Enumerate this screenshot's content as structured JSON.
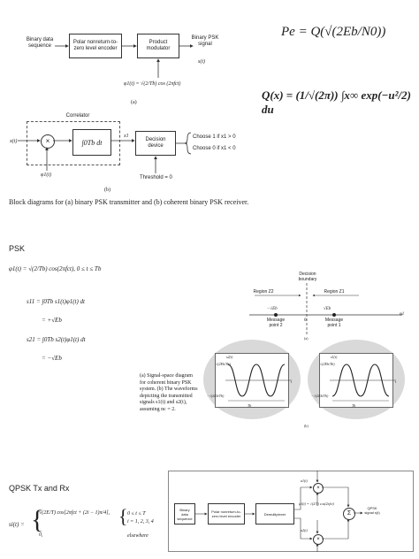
{
  "fig_a": {
    "input_label": "Binary data sequence",
    "encoder": "Polar nonreturn-to-zero level encoder",
    "modulator": "Product modulator",
    "output_label": "Binary PSK signal",
    "output_sym": "s(t)",
    "carrier": "φ1(t) = √(2/Tb) cos (2πfct)",
    "tag": "(a)"
  },
  "fig_b": {
    "correlator": "Correlator",
    "input_sym": "x(t)",
    "integrator": "∫0Tb dt",
    "x1": "x1",
    "decision": "Decision device",
    "choose1": "Choose 1 if x1 > 0",
    "choose0": "Choose 0 if x1 < 0",
    "carrier": "φ1(t)",
    "threshold": "Threshold = 0",
    "tag": "(b)"
  },
  "pe_formula": "Pe = Q(√(2Eb/N0))",
  "q_formula": "Q(x) = (1/√(2π)) ∫x∞ exp(−u²/2) du",
  "caption": "Block diagrams for (a) binary PSK transmitter and (b) coherent binary PSK receiver.",
  "psk": {
    "heading": "PSK",
    "phi_eq": "φ1(t) = √(2/Tb) cos(2πfct),      0 ≤ t ≤ Tb",
    "s11_a": "s11 = ∫0Tb s1(t)φ1(t) dt",
    "s11_b": "= +√Eb",
    "s21_a": "s21 = ∫0Tb s2(t)φ1(t) dt",
    "s21_b": "= −√Eb",
    "space": {
      "boundary": "Decision boundary",
      "region2": "Region Z2",
      "region1": "Region Z1",
      "neg": "−√Eb",
      "pos": "√Eb",
      "zero": "0",
      "axis": "φ1",
      "msg2": "Message point 2",
      "msg1": "Message point 1",
      "tag_a": "(a)",
      "tag_b": "(b)",
      "wave_left_top": "s2(t)",
      "wave_left_amp": "√(2Eb/Tb)",
      "wave_left_neg": "−√(2Eb/Tb)",
      "wave_right_top": "s1(t)",
      "wave_right_amp": "√(2Eb/Tb)",
      "wave_right_neg": "−√(2Eb/Tb)",
      "tb": "Tb",
      "t": "t"
    },
    "fig_caption": "(a) Signal-space diagram for coherent binary PSK system. (b) The waveforms depicting the transmitted signals s1(t) and s2(t), assuming nc = 2."
  },
  "qpsk": {
    "heading": "QPSK Tx and Rx",
    "eq_lhs": "si(t) =",
    "eq_case1": "√(2E/T) cos[2πfct + (2i − 1)π/4],",
    "eq_case2": "0,",
    "cond1": "0 ≤ t ≤ T",
    "cond1b": "i = 1, 2, 3, 4",
    "cond2": "elsewhere",
    "input": "Binary data sequence",
    "encoder": "Polar nonreturn-to-zero level encoder",
    "demux": "Demultiplexer",
    "a1": "a1(t)",
    "a2": "a2(t)",
    "phi1": "φ1(t) = √(2/T) cos(2πfct)",
    "out": "QPSK signal s(t)"
  }
}
